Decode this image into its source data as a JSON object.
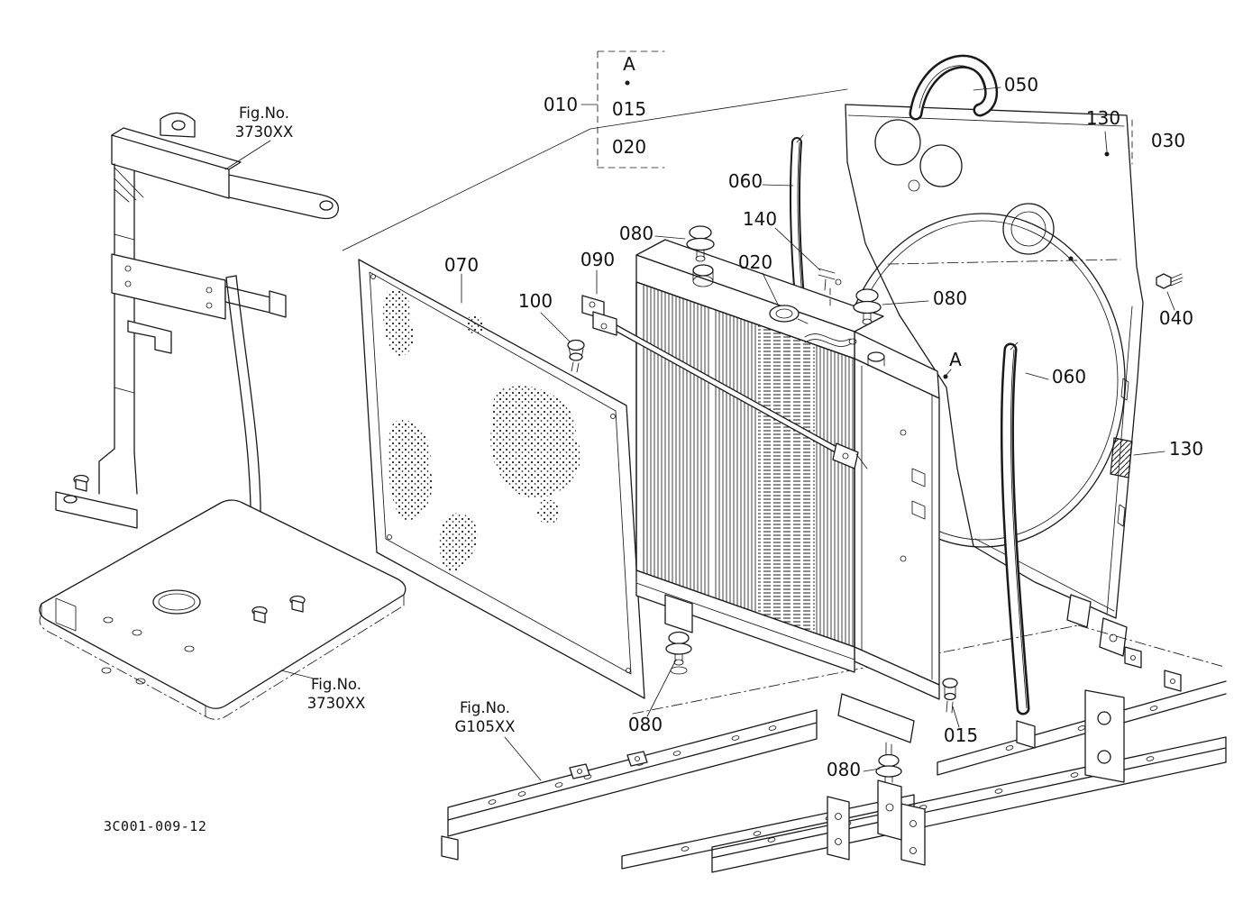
{
  "drawing": {
    "code": "3C001-009-12"
  },
  "figure_refs": {
    "frame_top": {
      "line1": "Fig.No.",
      "line2": "3730XX"
    },
    "frame_bottom": {
      "line1": "Fig.No.",
      "line2": "3730XX"
    },
    "rail": {
      "line1": "Fig.No.",
      "line2": "G105XX"
    }
  },
  "callouts": {
    "group_ref": "010",
    "group_view": "A",
    "group_item_1": "015",
    "group_item_2": "020",
    "strip_top": "050",
    "bracket_top": "130",
    "shroud": "030",
    "seal_left": "060",
    "grommet_top_left": "080",
    "clip": "140",
    "cap": "020",
    "stay_bracket": "090",
    "screen": "070",
    "bolt_stay": "100",
    "grommet_top_right": "080",
    "bolt_right": "040",
    "view_marker_side": "A",
    "seal_right": "060",
    "pad_right": "130",
    "grommet_bottom_left": "080",
    "bolt_bottom": "015",
    "grommet_bottom_center": "080"
  }
}
